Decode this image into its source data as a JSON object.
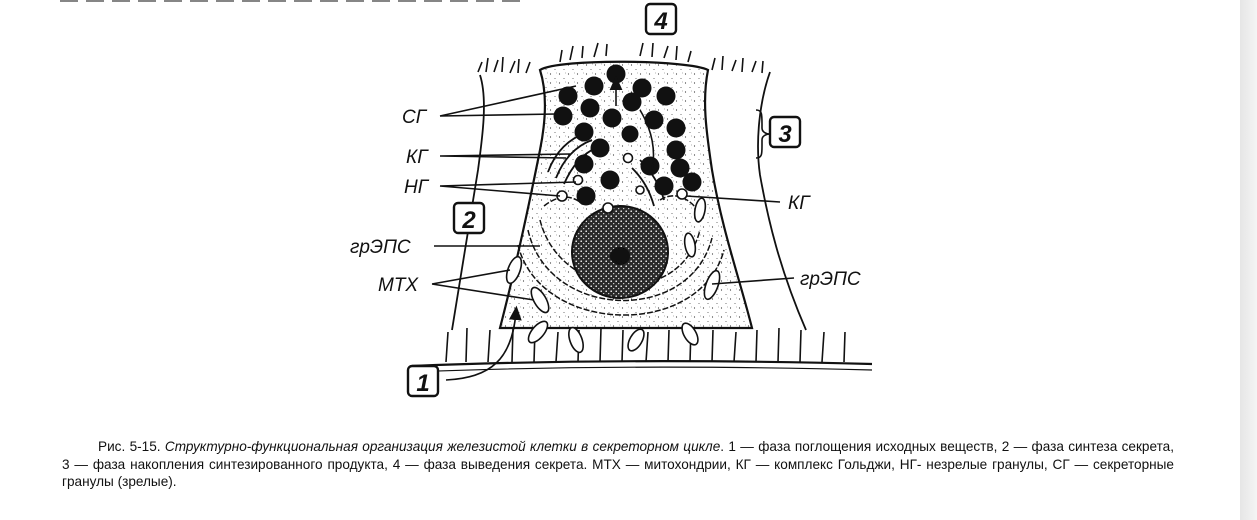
{
  "figure": {
    "labels": {
      "sg": "СГ",
      "kg_left": "КГ",
      "ng": "НГ",
      "grEPS_left": "грЭПС",
      "mtx": "МТХ",
      "kg_right": "КГ",
      "grEPS_right": "грЭПС"
    },
    "phase_numbers": {
      "p1": "1",
      "p2": "2",
      "p3": "3",
      "p4": "4"
    }
  },
  "caption": {
    "prefix": "Рис. 5-15.",
    "title": "Структурно-функциональная организация железистой клетки в секреторном цикле",
    "body": ". 1 — фаза поглощения исходных веществ, 2 — фаза синтеза секрета, 3 — фаза накопления синтезированного продукта, 4 — фаза выведения секрета. МТХ — митохондрии, КГ — комплекс Гольджи, НГ- незрелые гранулы, СГ — секреторные гранулы (зрелые)."
  }
}
